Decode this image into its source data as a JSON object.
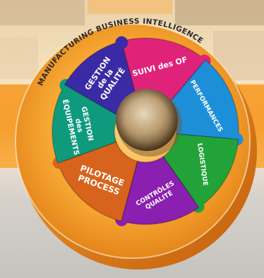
{
  "ring_title": "MANUFACTURING BUSINESS INTELLIGENCE",
  "segments": [
    {
      "id": "suivi",
      "lines": [
        "SUIVI des OF"
      ],
      "color": "#e0237a"
    },
    {
      "id": "performances",
      "lines": [
        "PERFORMANCES"
      ],
      "color": "#1d8fd8"
    },
    {
      "id": "logistique",
      "lines": [
        "LOGISTIQUE"
      ],
      "color": "#22a33a"
    },
    {
      "id": "controles",
      "lines": [
        "CONTRÔLES",
        "QUALITÉ"
      ],
      "color": "#8a1fb0"
    },
    {
      "id": "pilotage",
      "lines": [
        "PILOTAGE",
        "PROCESS"
      ],
      "color": "#d8631c"
    },
    {
      "id": "equipements",
      "lines": [
        "GESTION",
        "des",
        "ÉQUIPEMENTS"
      ],
      "color": "#0f9a7d"
    },
    {
      "id": "qualite",
      "lines": [
        "GESTION",
        "de la",
        "QUALITÉ"
      ],
      "color": "#3b2aa5"
    }
  ],
  "colors": {
    "ring_orange": "#f3a02b",
    "ring_dark": "#c9640c",
    "hub": "#c9b08a"
  }
}
